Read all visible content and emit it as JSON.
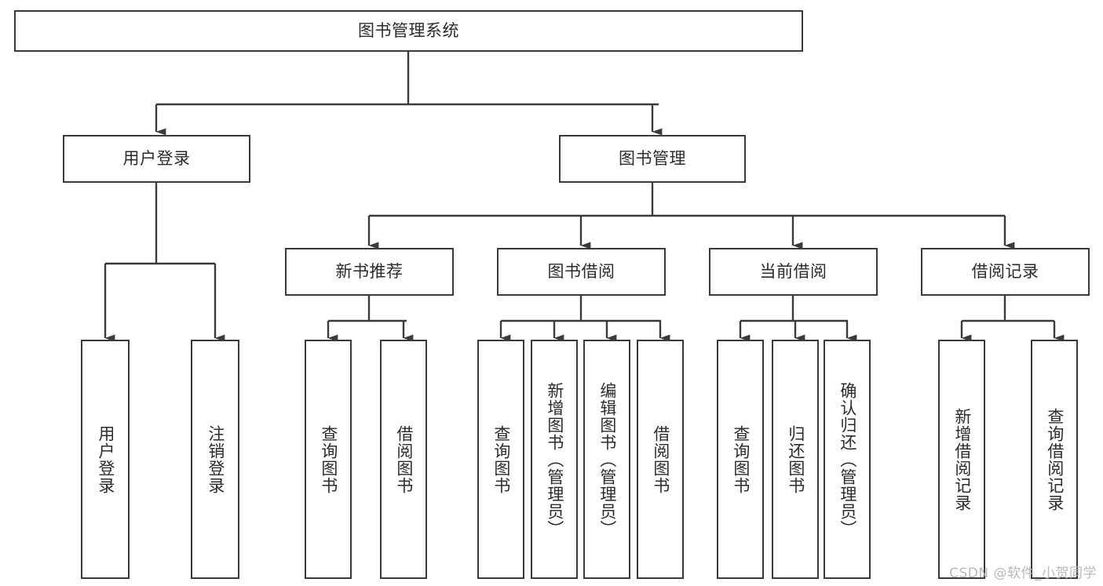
{
  "diagram": {
    "title": "图书管理系统",
    "levels": {
      "root": {
        "label": "图书管理系统"
      },
      "level1": [
        {
          "id": "user-login",
          "label": "用户登录"
        },
        {
          "id": "book-management",
          "label": "图书管理"
        }
      ],
      "level2": [
        {
          "id": "new-book-recommend",
          "label": "新书推荐"
        },
        {
          "id": "book-borrow",
          "label": "图书借阅"
        },
        {
          "id": "current-borrow",
          "label": "当前借阅"
        },
        {
          "id": "borrow-record",
          "label": "借阅记录"
        }
      ],
      "level3": {
        "user_login_children": [
          {
            "id": "leaf-user-login",
            "label": "用户登录"
          },
          {
            "id": "leaf-logout-login",
            "label": "注销登录"
          }
        ],
        "new_book_recommend_children": [
          {
            "id": "leaf-query-book-1",
            "label": "查询图书"
          },
          {
            "id": "leaf-borrow-book-1",
            "label": "借阅图书"
          }
        ],
        "book_borrow_children": [
          {
            "id": "leaf-query-book-2",
            "label": "查询图书"
          },
          {
            "id": "leaf-add-book-admin",
            "label": "新增图书（管理员）"
          },
          {
            "id": "leaf-edit-book-admin",
            "label": "编辑图书（管理员）"
          },
          {
            "id": "leaf-borrow-book-2",
            "label": "借阅图书"
          }
        ],
        "current_borrow_children": [
          {
            "id": "leaf-query-book-3",
            "label": "查询图书"
          },
          {
            "id": "leaf-return-book",
            "label": "归还图书"
          },
          {
            "id": "leaf-confirm-return-admin",
            "label": "确认归还（管理员）"
          }
        ],
        "borrow_record_children": [
          {
            "id": "leaf-add-borrow-record",
            "label": "新增借阅记录"
          },
          {
            "id": "leaf-query-borrow-record",
            "label": "查询借阅记录"
          }
        ]
      }
    },
    "watermark": "CSDN @软件_小贺同学",
    "colors": {
      "background": "#ffffff",
      "box_fill": "#ffffff",
      "box_stroke": "#3a3a3a",
      "connector": "#3a3a3a",
      "text": "#2b2b2b",
      "watermark_text": "#b9b9b9"
    }
  }
}
